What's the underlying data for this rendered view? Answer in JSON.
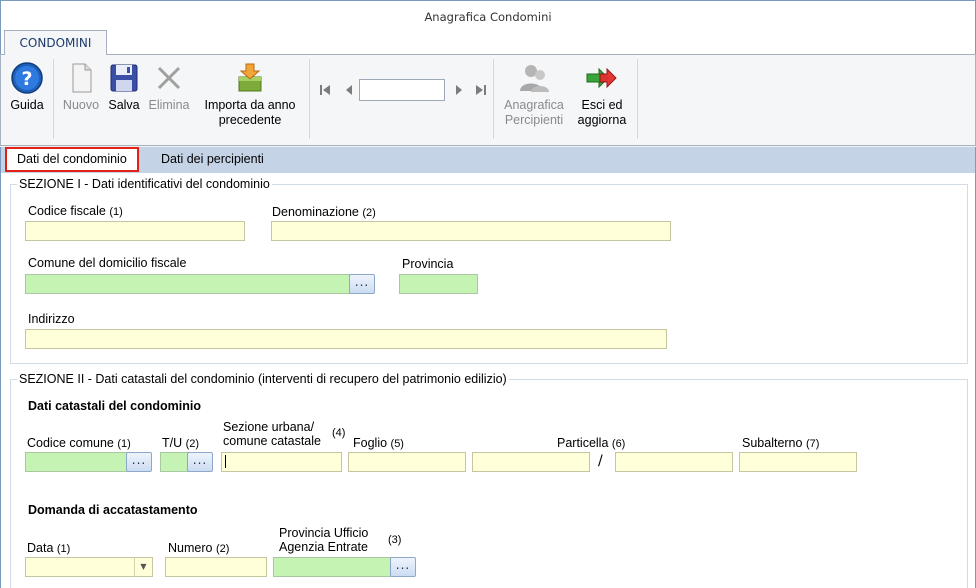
{
  "window": {
    "title": "Anagrafica Condomini"
  },
  "ribbon": {
    "tab": "CONDOMINI",
    "buttons": {
      "guida": "Guida",
      "nuovo": "Nuovo",
      "salva": "Salva",
      "elimina": "Elimina",
      "importa_line1": "Importa da anno",
      "importa_line2": "precedente",
      "anagrafica_line1": "Anagrafica",
      "anagrafica_line2": "Percipienti",
      "esci_line1": "Esci ed",
      "esci_line2": "aggiorna"
    },
    "record_nav_value": ""
  },
  "tabs": {
    "active": "Dati del condominio",
    "other": "Dati dei percipienti"
  },
  "section1": {
    "title": "SEZIONE I - Dati identificativi del condominio",
    "codice_fiscale": {
      "label": "Codice fiscale",
      "num": "(1)",
      "value": ""
    },
    "denominazione": {
      "label": "Denominazione",
      "num": "(2)",
      "value": ""
    },
    "comune": {
      "label": "Comune del domicilio fiscale",
      "value": ""
    },
    "provincia": {
      "label": "Provincia",
      "value": ""
    },
    "indirizzo": {
      "label": "Indirizzo",
      "value": ""
    },
    "dots": "..."
  },
  "section2": {
    "title": "SEZIONE II - Dati catastali del condominio (interventi di recupero del patrimonio edilizio)",
    "subtitle_catastali": "Dati catastali del condominio",
    "codice_comune": {
      "label": "Codice comune",
      "num": "(1)",
      "value": ""
    },
    "tu": {
      "label": "T/U",
      "num": "(2)",
      "value": ""
    },
    "sezione_urbana": {
      "label_line1": "Sezione urbana/",
      "label_line2": "comune catastale",
      "num": "(4)",
      "value": ""
    },
    "foglio": {
      "label": "Foglio",
      "num": "(5)",
      "value": ""
    },
    "particella": {
      "label": "Particella",
      "num": "(6)",
      "value1": "",
      "value2": "",
      "separator": "/"
    },
    "subalterno": {
      "label": "Subalterno",
      "num": "(7)",
      "value": ""
    },
    "subtitle_domanda": "Domanda di accatastamento",
    "data": {
      "label": "Data",
      "num": "(1)",
      "value": ""
    },
    "numero": {
      "label": "Numero",
      "num": "(2)",
      "value": ""
    },
    "provincia_ufficio": {
      "label_line1": "Provincia Ufficio",
      "label_line2": "Agenzia Entrate",
      "num": "(3)",
      "value": ""
    },
    "dots": "..."
  }
}
